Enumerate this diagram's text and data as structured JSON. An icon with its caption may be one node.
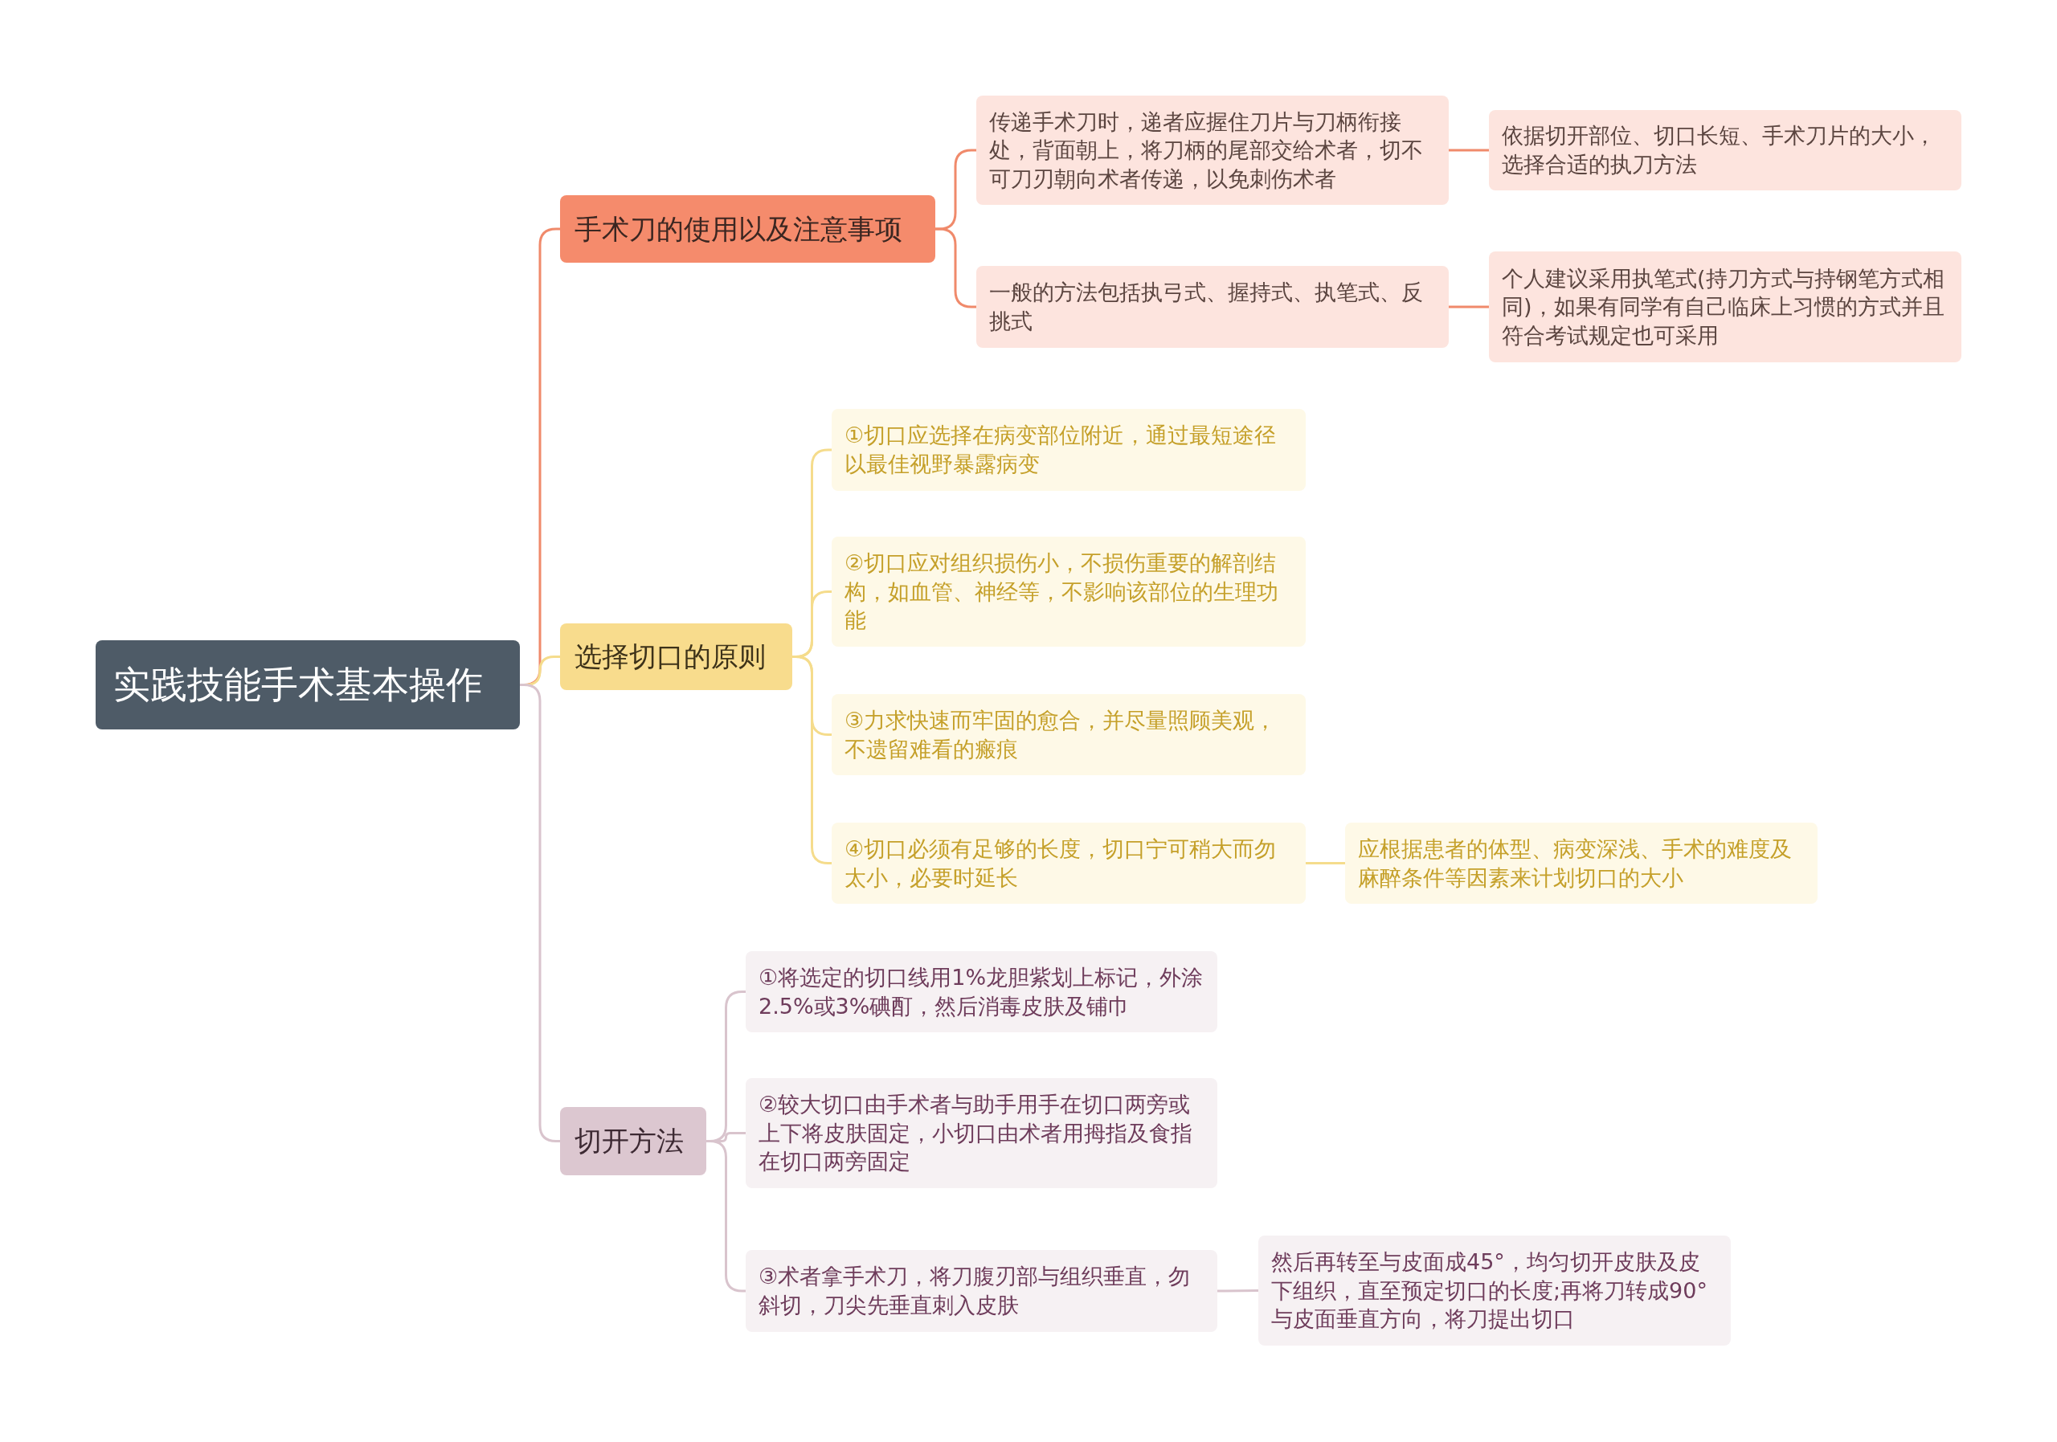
{
  "diagram": {
    "nodes": [
      {
        "text": [
          "实践技能手术基本操作"
        ]
      },
      {
        "text": [
          "手术刀的使用以及注意事项"
        ]
      },
      {
        "text": [
          "传递手术刀时，递者应握住刀片与刀柄衔接处，背面朝上，将刀柄的尾部交给术者，切不可刀刃朝向术者传递，以免刺伤术者"
        ]
      },
      {
        "text": [
          "依据切开部位、切口长短、手术刀片的大小，选择合适的执刀方法"
        ]
      },
      {
        "text": [
          "一般的方法包括执弓式、握持式、执笔式、反挑式"
        ]
      },
      {
        "text": [
          "个人建议采用执笔式(持刀方式与持钢笔方式相同)，如果有同学有自己临床上习惯的方式并且符合考试规定也可采用"
        ]
      },
      {
        "text": [
          "选择切口的原则"
        ]
      },
      {
        "text": [
          "①切口应选择在病变部位附近，通过最短途径以最佳视野暴露病变"
        ]
      },
      {
        "text": [
          "②切口应对组织损伤小，不损伤重要的解剖结构，如血管、神经等，不影响该部位的生理功能"
        ]
      },
      {
        "text": [
          "③力求快速而牢固的愈合，并尽量照顾美观，不遗留难看的瘢痕"
        ]
      },
      {
        "text": [
          "④切口必须有足够的长度，切口宁可稍大而勿太小，必要时延长"
        ]
      },
      {
        "text": [
          "应根据患者的体型、病变深浅、手术的难度及麻醉条件等因素来计划切口的大小"
        ]
      },
      {
        "text": [
          "切开方法"
        ]
      },
      {
        "text": [
          "①将选定的切口线用1%龙胆紫划上标记，外涂2.5%或3%碘酊，然后消毒皮肤及铺巾"
        ]
      },
      {
        "text": [
          "②较大切口由手术者与助手用手在切口两旁或上下将皮肤固定，小切口由术者用拇指及食指在切口两旁固定"
        ]
      },
      {
        "text": [
          "③术者拿手术刀，将刀腹刃部与组织垂直，勿斜切，刀尖先垂直刺入皮肤"
        ]
      },
      {
        "text": [
          "然后再转至与皮面成45°，均匀切开皮肤及皮下组织，直至预定切口的长度;再将刀转成90°与皮面垂直方向，将刀提出切口"
        ]
      }
    ],
    "edges": [
      {
        "from": 0,
        "to": 1,
        "arrow": "none",
        "color": "#f08a6b"
      },
      {
        "from": 0,
        "to": 6,
        "arrow": "none"
      },
      {
        "from": 0,
        "to": 12,
        "arrow": "none",
        "color": "#d9c4cd"
      },
      {
        "from": 1,
        "to": 2,
        "arrow": "none",
        "color": "#f08a6b"
      },
      {
        "from": 1,
        "to": 4,
        "arrow": "none",
        "color": "#f08a6b"
      },
      {
        "from": 2,
        "to": 3,
        "arrow": "none",
        "color": "#f08a6b"
      },
      {
        "from": 4,
        "to": 5,
        "arrow": "none",
        "color": "#f08a6b"
      },
      {
        "from": 6,
        "to": 7,
        "arrow": "none"
      },
      {
        "from": 6,
        "to": 8,
        "arrow": "none"
      },
      {
        "from": 6,
        "to": 9,
        "arrow": "none"
      },
      {
        "from": 6,
        "to": 10,
        "arrow": "none"
      },
      {
        "from": 10,
        "to": 11,
        "arrow": "none"
      },
      {
        "from": 12,
        "to": 13,
        "arrow": "none",
        "color": "#d9c4cd"
      },
      {
        "from": 12,
        "to": 14,
        "arrow": "none",
        "color": "#d9c4cd"
      },
      {
        "from": 12,
        "to": 15,
        "arrow": "none",
        "color": "#d9c4cd"
      },
      {
        "from": 15,
        "to": 16,
        "arrow": "none",
        "color": "#d9c4cd"
      }
    ]
  }
}
